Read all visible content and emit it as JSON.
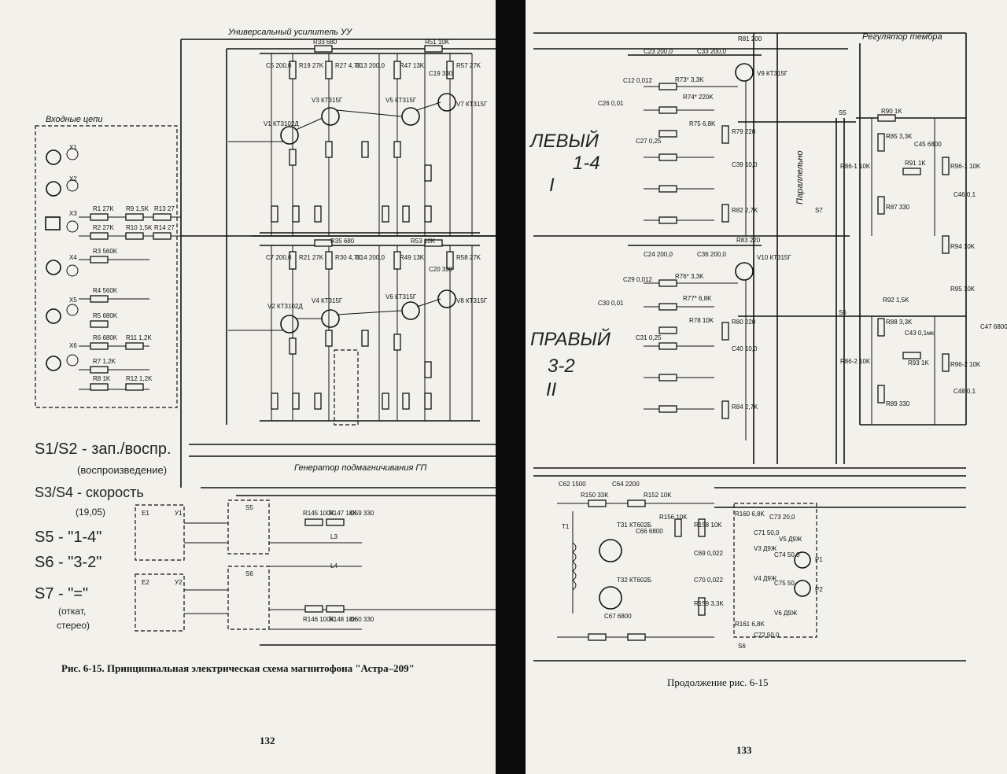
{
  "left_page": {
    "caption": "Рис. 6-15. Принципиальная электрическая схема магнитофона \"Астра–209\"",
    "page_number": "132",
    "sections": {
      "amplifier": "Универсальный усилитель УУ",
      "inputs": "Входные цепи",
      "generator": "Генератор подмагничивания ГП"
    },
    "handwritten_notes": [
      "S1/S2 - зап./воспр.",
      "(воспроизведение)",
      "S3/S4 - скорость",
      "(19,05)",
      "S5 - \"1-4\"",
      "S6 - \"3-2\"",
      "S7 - \"=\"",
      "(откат,",
      "стерео)"
    ],
    "component_labels": {
      "top_row": [
        "C5 200,0",
        "R19 27K",
        "R27 4,7K",
        "C13 200,0",
        "R47 13K",
        "C19 330",
        "R57 27K",
        "R33 680",
        "R51 10K"
      ],
      "transistors_top": [
        "V1 КТ3102Д",
        "V3 КТ315Г",
        "V5 КТ315Г",
        "V7 КТ315Г"
      ],
      "transistors_bottom": [
        "V2 КТ3102Д",
        "V4 КТ315Г",
        "V6 КТ315Г",
        "V8 КТ315Г"
      ],
      "bottom_row": [
        "C7 200,0",
        "R21 27K",
        "R30 4,7K",
        "C14 200,0",
        "R49 13K",
        "C20 330",
        "R58 27K",
        "R35 680",
        "R53 10K"
      ],
      "inputs": [
        "X1",
        "X2",
        "X3",
        "X4",
        "X5",
        "X6",
        "R1 27K",
        "R2 27K",
        "R3 560K",
        "R4 560K",
        "R5 680K",
        "R6 680K",
        "R7 1,2K",
        "R8 1K",
        "R9 1,5K",
        "R10 1,5K",
        "R11 1,2K",
        "R12 1,2K",
        "R13 27",
        "R14 27"
      ],
      "generator": [
        "S5",
        "S6",
        "E1",
        "E2",
        "У1",
        "У2",
        "R145 100K",
        "R147 18K",
        "C59 330",
        "L3",
        "L4",
        "R146 100K",
        "R148 18K",
        "C60 330"
      ]
    }
  },
  "right_page": {
    "caption": "Продолжение рис. 6-15",
    "page_number": "133",
    "sections": {
      "tone": "Регулятор тембра",
      "parallel": "Параллельно"
    },
    "handwritten_notes": [
      "ЛЕВЫЙ",
      "1-4",
      "I",
      "ПРАВЫЙ",
      "3-2",
      "II"
    ],
    "component_labels": {
      "top_area": [
        "C23 200,0",
        "C33 200,0",
        "R81 200",
        "V9 КТ315Г",
        "C12 0,012",
        "R73* 3,3K",
        "R74* 220K",
        "R75 6,8K",
        "C26 0,01",
        "C27 0,25",
        "R79 220",
        "C39 10,0",
        "R82 2,7K",
        "R83 220"
      ],
      "bottom_area": [
        "C24 200,0",
        "C36 200,0",
        "V10 КТ315Г",
        "C29 0,012",
        "R76* 3,3K",
        "R77* 6,8K",
        "R78 10K",
        "C30 0,01",
        "C31 0,25",
        "R80 220",
        "C40 10,0",
        "R84 2,7K"
      ],
      "tone_control": [
        "S5",
        "S6",
        "S7",
        "R90 1K",
        "R85 3,3K",
        "C45 6800",
        "R86-1 10K",
        "R91 1K",
        "R96-1 10K",
        "C46 0,1",
        "R87 330",
        "R94 10K",
        "R95 10K",
        "R92 1,5K",
        "R88 3,3K",
        "C43 0,1мк",
        "R93 1K",
        "C47 6800",
        "R86-2 10K",
        "R96-2 10K",
        "C48 0,1",
        "R89 330"
      ],
      "generator_part": [
        "C62 1500",
        "C64 2200",
        "R150 33K",
        "R152 10K",
        "T1",
        "T31 КТ602Б",
        "T32 КТ602Б",
        "C66 6800",
        "C67 6800",
        "R156 10K",
        "R158 10K",
        "C69 0,022",
        "C70 0,022",
        "R159 3,3K",
        "R160 6,8K",
        "C71 50,0",
        "C73 20,0",
        "V3 Д9Ж",
        "V4 Д9Ж",
        "V5 Д9Ж",
        "V6 Д9Ж",
        "P1",
        "P2",
        "C74 50,0",
        "C75 50",
        "R161 6,8K",
        "C72 50,0",
        "S6"
      ]
    }
  },
  "colors": {
    "paper": "#f3f1ec",
    "ink": "#111111",
    "gutter": "#0b0b0b"
  }
}
